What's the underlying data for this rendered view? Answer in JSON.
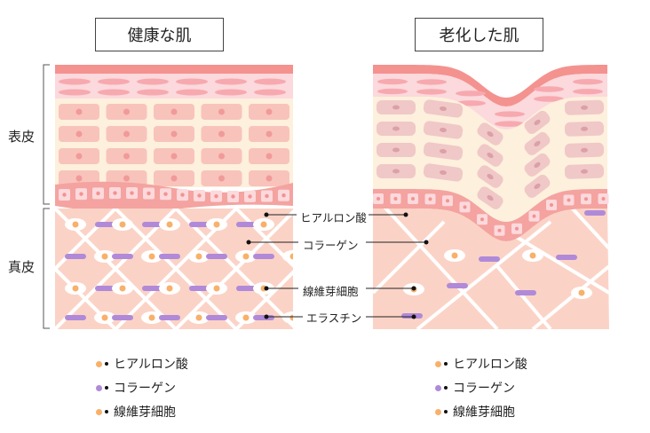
{
  "titles": {
    "healthy": "健康な肌",
    "aged": "老化した肌"
  },
  "layers": {
    "epidermis": "表皮",
    "dermis": "真皮"
  },
  "callouts": [
    {
      "label": "ヒアルロン酸"
    },
    {
      "label": "コラーゲン"
    },
    {
      "label": "線維芽細胞"
    },
    {
      "label": "エラスチン"
    }
  ],
  "legend_left": [
    {
      "label": "ヒアルロン酸",
      "color": "#f8b06a"
    },
    {
      "label": "コラーゲン",
      "color": "#b08ad8"
    },
    {
      "label": "線維芽細胞",
      "color": "#f8b06a"
    }
  ],
  "legend_right": [
    {
      "label": "ヒアルロン酸",
      "color": "#f8b06a"
    },
    {
      "label": "コラーゲン",
      "color": "#b08ad8"
    },
    {
      "label": "線維芽細胞",
      "color": "#f8b06a"
    }
  ],
  "colors": {
    "stratum_corneum": "#f4928f",
    "granular": "#fbd9dc",
    "granular_cell": "#f7a9b0",
    "spinous_bg": "#fdf0dc",
    "spinous_cell": "#f8c3bb",
    "nucleus": "#f19a9a",
    "basal": "#f4a3a0",
    "basal_cell": "#fbd9dc",
    "dermis": "#fbd3c6",
    "fiber": "#ffffff",
    "collagen": "#b08ad8",
    "fibroblast_core": "#f8b06a",
    "aged_spinous_cell": "#f0c8c8",
    "aged_nucleus": "#dca0a8"
  }
}
